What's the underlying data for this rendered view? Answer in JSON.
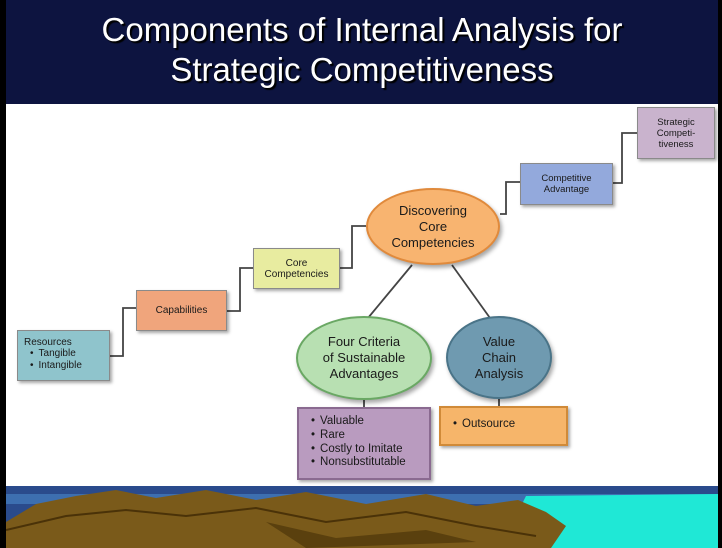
{
  "slide": {
    "title_line1": "Components of Internal Analysis for",
    "title_line2": "Strategic Competitiveness"
  },
  "diagram": {
    "resources": {
      "title": "Resources",
      "bullets": [
        "Tangible",
        "Intangible"
      ]
    },
    "capabilities": {
      "label": "Capabilities"
    },
    "core_competencies": {
      "line1": "Core",
      "line2": "Competencies"
    },
    "discovering": {
      "line1": "Discovering",
      "line2": "Core",
      "line3": "Competencies"
    },
    "competitive_advantage": {
      "line1": "Competitive",
      "line2": "Advantage"
    },
    "strategic_competitiveness": {
      "line1": "Strategic",
      "line2": "Competi-",
      "line3": "tiveness"
    },
    "four_criteria": {
      "line1": "Four Criteria",
      "line2": "of Sustainable",
      "line3": "Advantages"
    },
    "value_chain": {
      "line1": "Value",
      "line2": "Chain",
      "line3": "Analysis"
    },
    "criteria_list": [
      "Valuable",
      "Rare",
      "Costly to Imitate",
      "Nonsubstitutable"
    ],
    "value_chain_list": [
      "Outsource"
    ]
  },
  "colors": {
    "title_bar": "#0d1440",
    "title_text": "#ffffff",
    "resources": "#8fc4cc",
    "capabilities": "#f0a57c",
    "core_competencies": "#e8eca0",
    "discovering": "#f8b470",
    "competitive_advantage": "#93a9dc",
    "strategic_competitiveness": "#c9b3cd",
    "four_criteria": "#b8e0b2",
    "value_chain": "#6f9ab0",
    "criteria_list": "#b99bbf",
    "value_chain_list": "#f6b56a",
    "footer_sky": "#2a4b8c",
    "footer_water": "#1fe8d6",
    "footer_ground": "#7a5a1a"
  }
}
